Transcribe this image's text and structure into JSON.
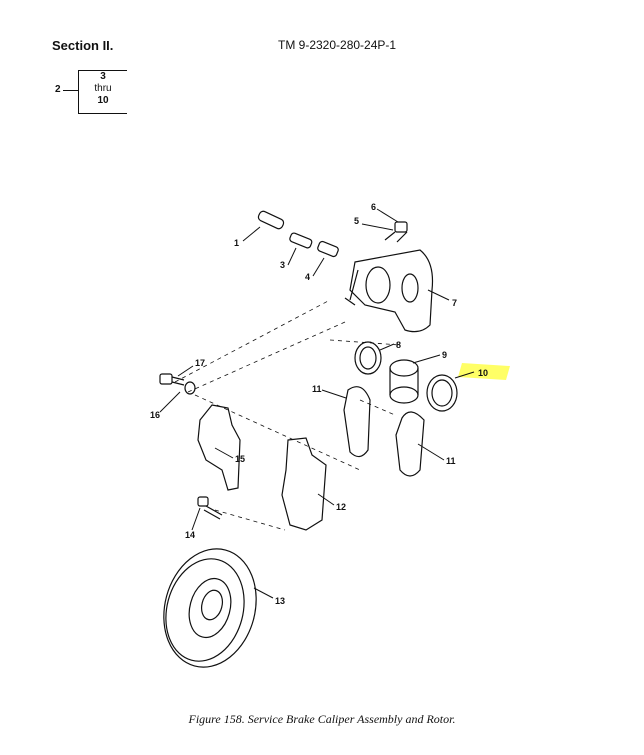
{
  "header": {
    "section": "Section II.",
    "tm_number": "TM 9-2320-280-24P-1"
  },
  "reference": {
    "from": "2",
    "to_top": "3",
    "to_mid": "thru",
    "to_bottom": "10"
  },
  "callouts": [
    "1",
    "3",
    "4",
    "5",
    "6",
    "7",
    "8",
    "9",
    "10",
    "11",
    "11",
    "12",
    "13",
    "14",
    "15",
    "16",
    "17"
  ],
  "highlight_color": "#ffff66",
  "caption": "Figure 158.  Service Brake Caliper Assembly and Rotor."
}
